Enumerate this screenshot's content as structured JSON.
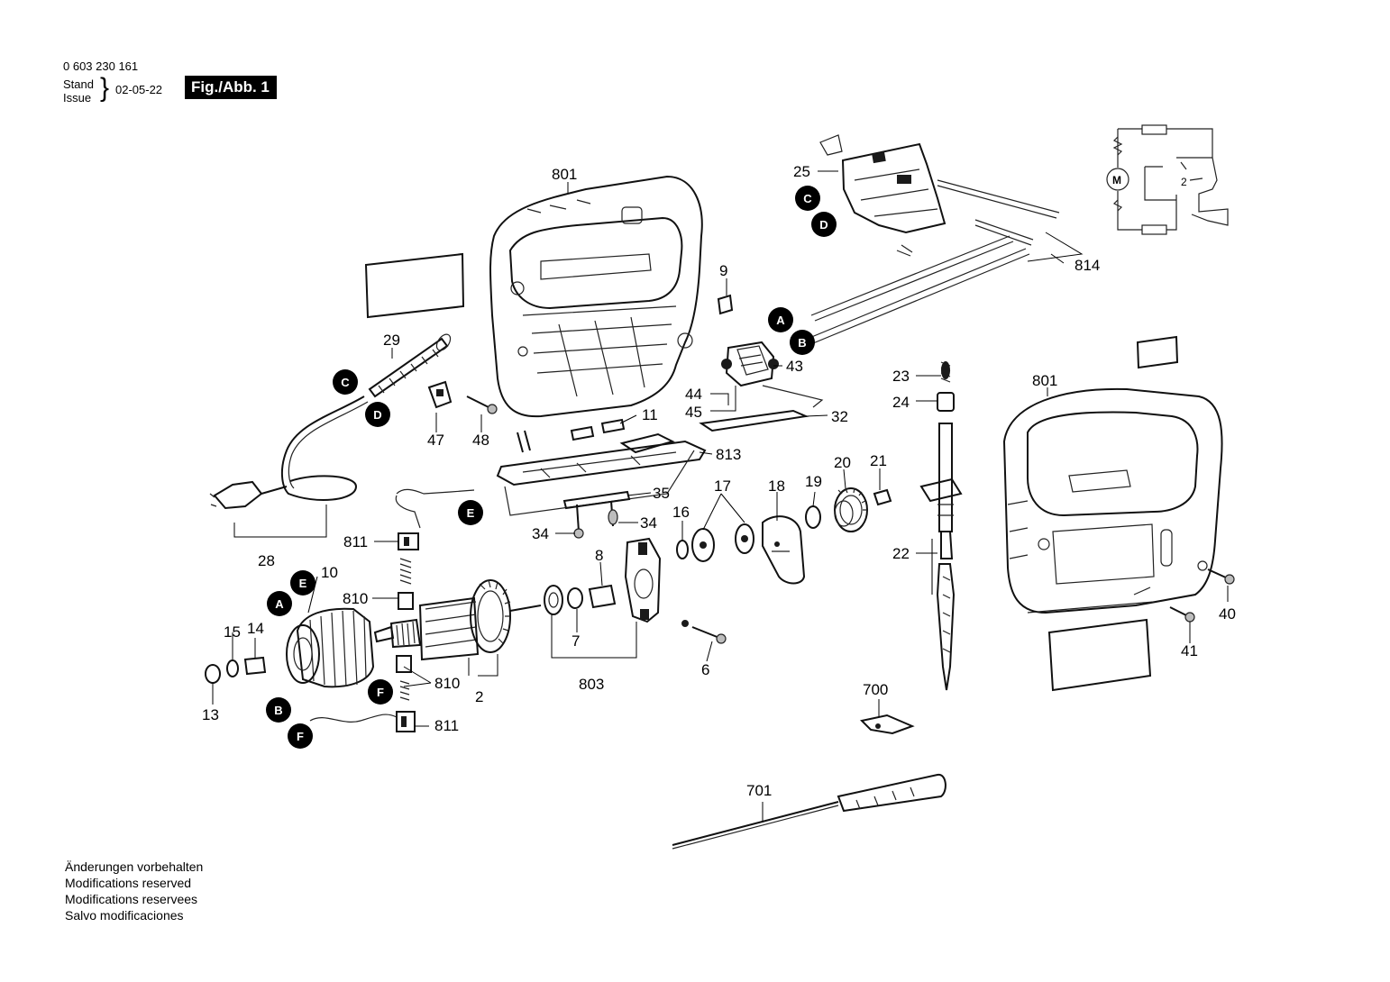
{
  "header": {
    "doc_number": "0 603 230 161",
    "stand_label": "Stand",
    "issue_label": "Issue",
    "brace": "}",
    "date": "02-05-22",
    "figure_label": "Fig./Abb. 1"
  },
  "notes": [
    "Änderungen vorbehalten",
    "Modifications reserved",
    "Modifications reservees",
    "Salvo modificaciones"
  ],
  "part_numbers": {
    "p801_left": "801",
    "p801_right": "801",
    "p25": "25",
    "p9": "9",
    "p814": "814",
    "p29": "29",
    "p43": "43",
    "p44": "44",
    "p45": "45",
    "p11": "11",
    "p32": "32",
    "p47": "47",
    "p48": "48",
    "p813": "813",
    "p23": "23",
    "p24": "24",
    "p35": "35",
    "p17": "17",
    "p18": "18",
    "p19": "19",
    "p20": "20",
    "p21": "21",
    "p16": "16",
    "p34_left": "34",
    "p34_right": "34",
    "p28": "28",
    "p811_top": "811",
    "p10": "10",
    "p8": "8",
    "p22": "22",
    "p40": "40",
    "p810_top": "810",
    "p15": "15",
    "p14": "14",
    "p7": "7",
    "p6": "6",
    "p41": "41",
    "p810_bottom": "810",
    "p2": "2",
    "p803": "803",
    "p13": "13",
    "p700": "700",
    "p811_bottom": "811",
    "p701": "701"
  },
  "markers": {
    "A_top": "A",
    "B_top": "B",
    "C_top": "C",
    "D_top": "D",
    "C_cord": "C",
    "D_cord": "D",
    "E_wire": "E",
    "A_motor": "A",
    "E_motor": "E",
    "B_motor": "B",
    "F_motor": "F",
    "F_wire": "F"
  },
  "schematic": {
    "motor_symbol": "M",
    "switch_label": "2"
  }
}
